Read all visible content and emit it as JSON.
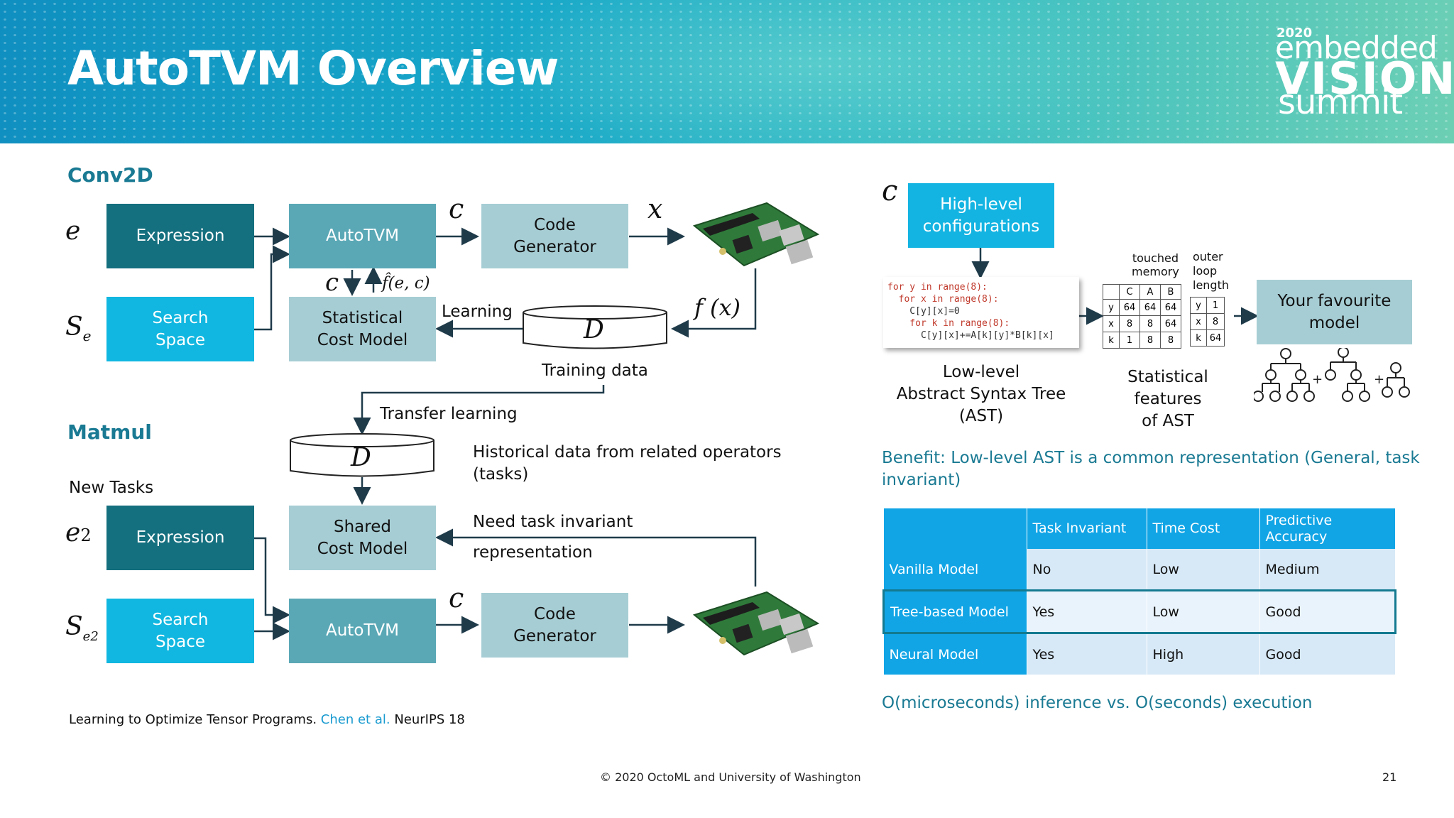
{
  "header": {
    "title": "AutoTVM Overview",
    "logo": {
      "year": "2020",
      "line1": "embedded",
      "line2": "VISION",
      "line3": "summit"
    }
  },
  "conv2d": {
    "section_label": "Conv2D",
    "expression": "Expression",
    "search_space": "Search\nSpace",
    "autotvm": "AutoTVM",
    "code_generator": "Code\nGenerator",
    "cost_model": "Statistical\nCost Model",
    "learning": "Learning",
    "training_data": "Training data",
    "sym_e": "e",
    "sym_se": "S",
    "sym_se_sub": "e",
    "sym_c": "c",
    "sym_x": "x",
    "sym_fhat": "f̂(e, c)",
    "sym_fx": "f (x)",
    "sym_D": "D"
  },
  "transfer": {
    "label": "Transfer learning",
    "historical": "Historical data from related operators\n(tasks)"
  },
  "matmul": {
    "section_label": "Matmul",
    "new_tasks": "New Tasks",
    "expression": "Expression",
    "search_space": "Search\nSpace",
    "shared_cost_model": "Shared\nCost Model",
    "autotvm": "AutoTVM",
    "code_generator": "Code\nGenerator",
    "need_invariant": "Need task invariant",
    "representation": "representation",
    "sym_e2": "e",
    "sym_e2_sub": "2",
    "sym_se2": "S",
    "sym_se2_sub": "e2",
    "sym_c": "c",
    "sym_D": "D"
  },
  "right": {
    "sym_c": "c",
    "highlevel": "High-level\nconfigurations",
    "code_lines": [
      "for y in range(8):",
      "  for x in range(8):",
      "    C[y][x]=0",
      "    for k in range(8):",
      "      C[y][x]+=A[k][y]*B[k][x]"
    ],
    "lowlevel_label": "Low-level\nAbstract Syntax Tree\n(AST)",
    "touched_memory": "touched\nmemory",
    "outer_loop": "outer\nloop\nlength",
    "feature_table": {
      "header": [
        "",
        "C",
        "A",
        "B"
      ],
      "rows": [
        [
          "y",
          "64",
          "64",
          "64"
        ],
        [
          "x",
          "8",
          "8",
          "64"
        ],
        [
          "k",
          "1",
          "8",
          "8"
        ]
      ]
    },
    "loop_table": {
      "rows": [
        [
          "y",
          "1"
        ],
        [
          "x",
          "8"
        ],
        [
          "k",
          "64"
        ]
      ]
    },
    "statistical_label": "Statistical features\nof AST",
    "favourite_model": "Your favourite model",
    "plus": "+",
    "benefit": "Benefit: Low-level AST is a common representation (General, task\ninvariant)",
    "comparison_table": {
      "columns": [
        "",
        "Task Invariant",
        "Time Cost",
        "Predictive\nAccuracy"
      ],
      "rows": [
        [
          "Vanilla Model",
          "No",
          "Low",
          "Medium"
        ],
        [
          "Tree-based Model",
          "Yes",
          "Low",
          "Good"
        ],
        [
          "Neural Model",
          "Yes",
          "High",
          "Good"
        ]
      ]
    },
    "inference_note": "O(microseconds) inference vs.  O(seconds) execution"
  },
  "footer": {
    "citation_prefix": "Learning to Optimize Tensor Programs. ",
    "citation_authors": "Chen et al.",
    "citation_suffix": " NeurIPS 18",
    "copyright": "© 2020 OctoML and University of Washington",
    "page_number": "21"
  },
  "colors": {
    "dark_teal": "#146f7e",
    "bright_blue": "#11b7e0",
    "mid_teal": "#5aa8b6",
    "light_teal": "#a6cdd4",
    "accent_text": "#1a7a93",
    "table_blue": "#11a5e6"
  }
}
